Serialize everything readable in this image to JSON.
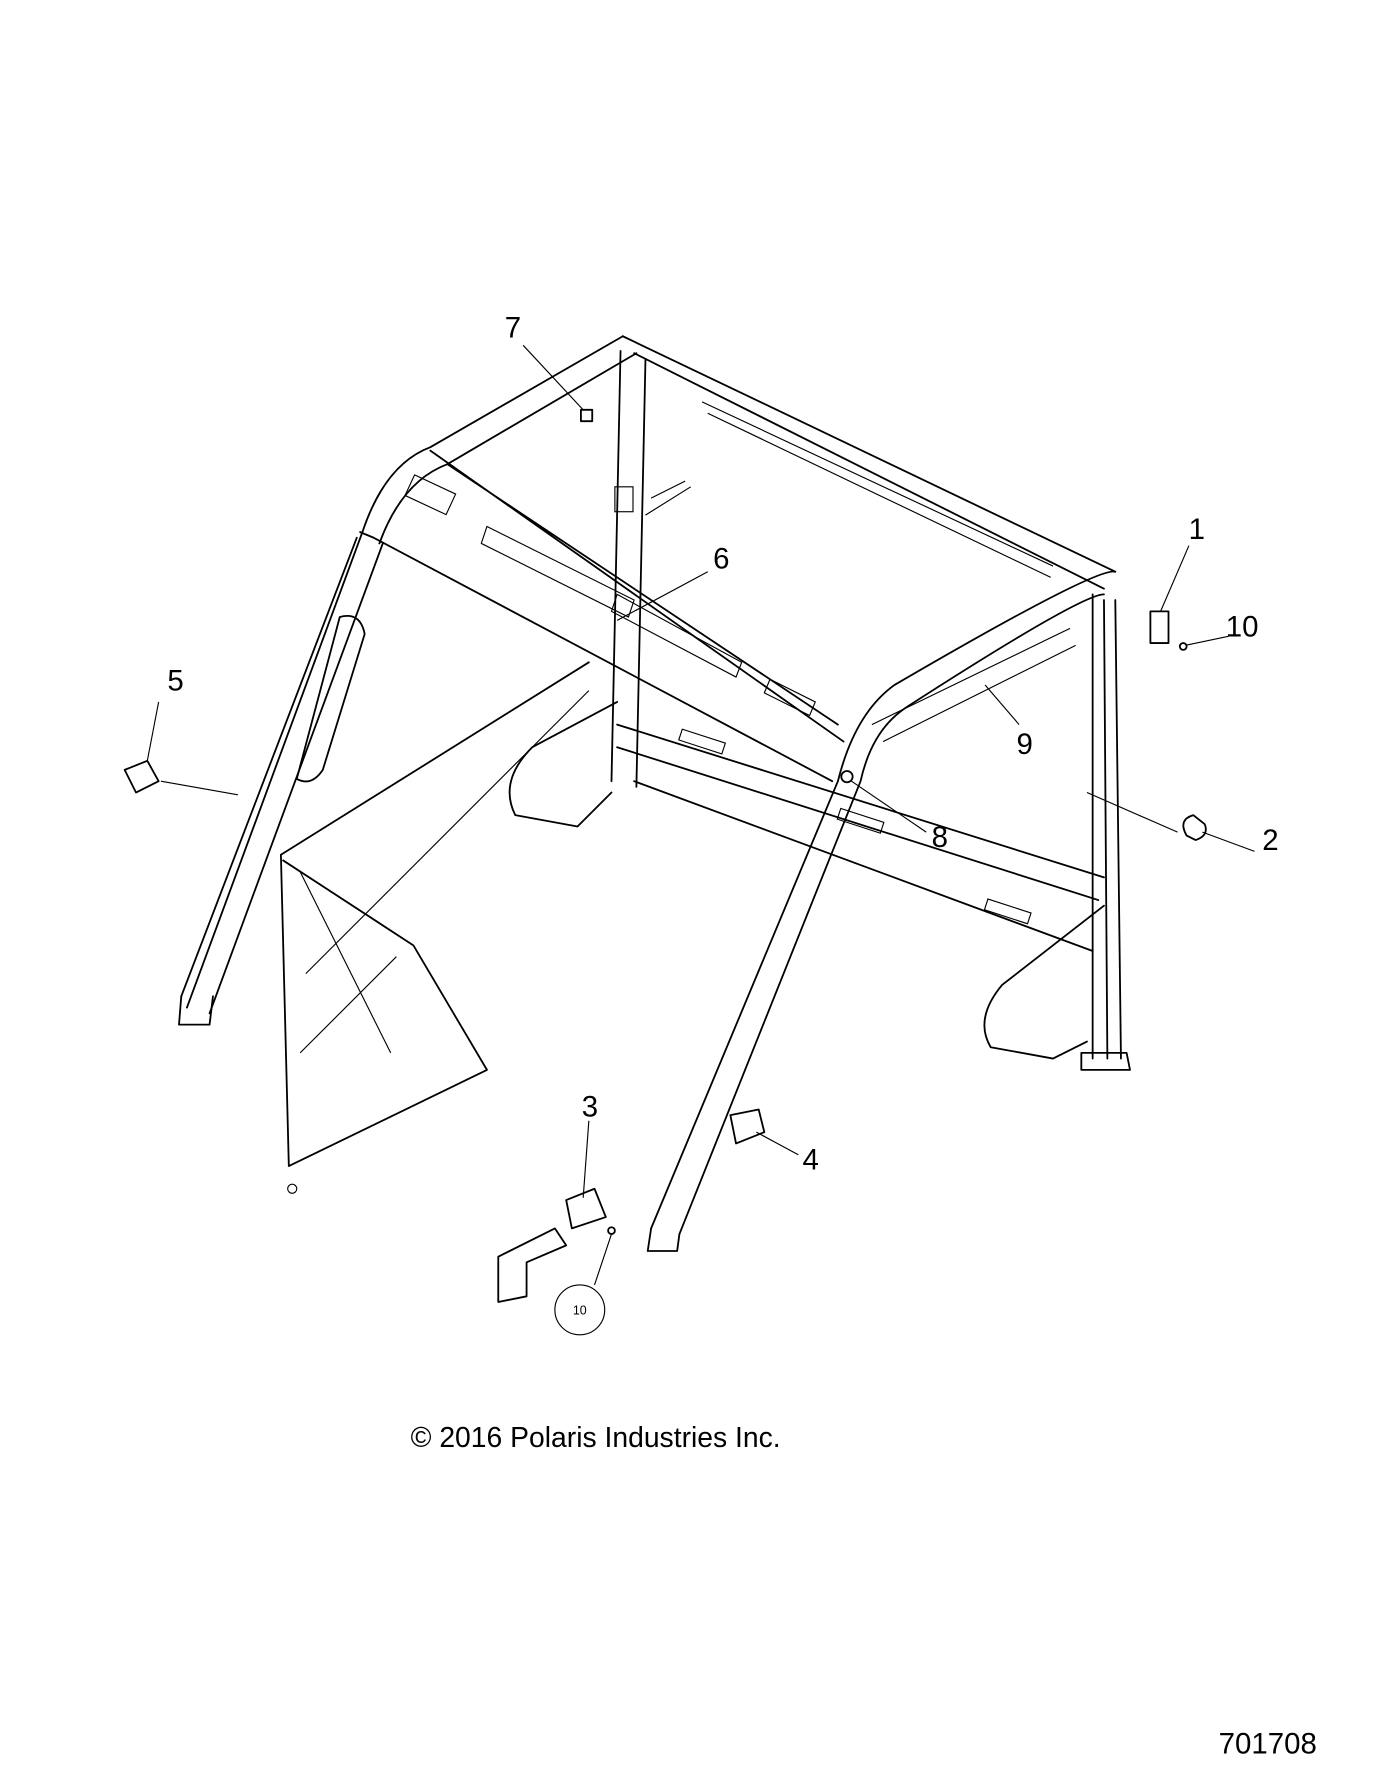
{
  "callouts": {
    "c1": "1",
    "c2": "2",
    "c3": "3",
    "c4": "4",
    "c5": "5",
    "c6": "6",
    "c7": "7",
    "c8": "8",
    "c9": "9",
    "c10a": "10",
    "c10b": "10"
  },
  "copyright": "© 2016 Polaris Industries Inc.",
  "figure_number": "701708"
}
